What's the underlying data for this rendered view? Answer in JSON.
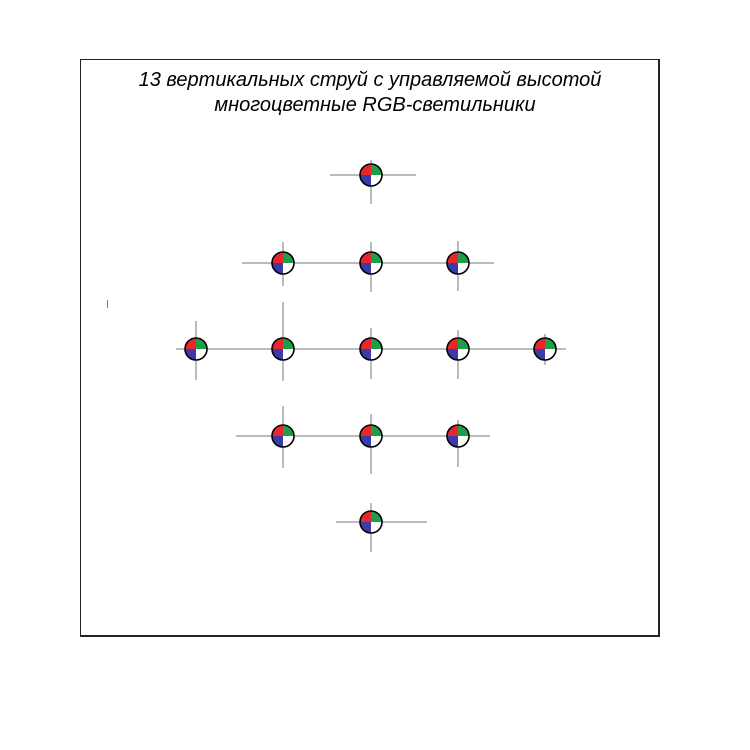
{
  "title": {
    "line1": "13 вертикальных струй с управляемой высотой",
    "line2": "многоцветные RGB-светильники"
  },
  "fixture_colors": {
    "red": "#e8262b",
    "green": "#1f9e4a",
    "blue": "#3a3aa8",
    "white": "#ffffff",
    "outline": "#000000",
    "guide_line": "#777777"
  },
  "jet_count": 13,
  "rows": [
    1,
    3,
    5,
    3,
    1
  ]
}
